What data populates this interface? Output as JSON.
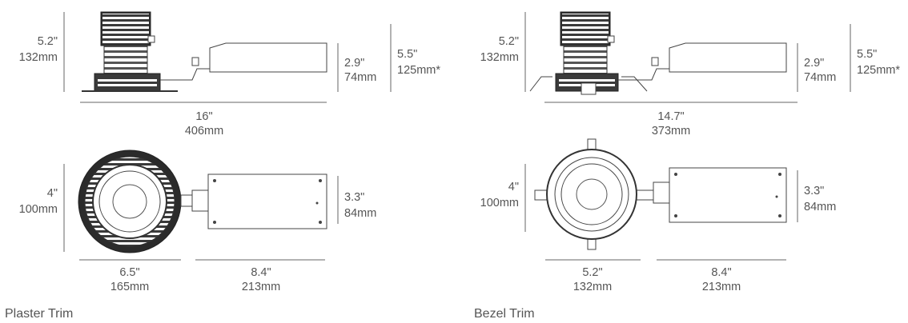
{
  "panels": [
    {
      "caption": "Plaster Trim",
      "side_height": {
        "in": "5.2\"",
        "mm": "132mm"
      },
      "housing_height": {
        "in": "2.9\"",
        "mm": "74mm"
      },
      "total_height": {
        "in": "5.5\"",
        "mm": "125mm*"
      },
      "overall_length": {
        "in": "16\"",
        "mm": "406mm"
      },
      "top_height": {
        "in": "4\"",
        "mm": "100mm"
      },
      "box_width": {
        "in": "3.3\"",
        "mm": "84mm"
      },
      "trim_diameter": {
        "in": "6.5\"",
        "mm": "165mm"
      },
      "box_length": {
        "in": "8.4\"",
        "mm": "213mm"
      }
    },
    {
      "caption": "Bezel Trim",
      "side_height": {
        "in": "5.2\"",
        "mm": "132mm"
      },
      "housing_height": {
        "in": "2.9\"",
        "mm": "74mm"
      },
      "total_height": {
        "in": "5.5\"",
        "mm": "125mm*"
      },
      "overall_length": {
        "in": "14.7\"",
        "mm": "373mm"
      },
      "top_height": {
        "in": "4\"",
        "mm": "100mm"
      },
      "box_width": {
        "in": "3.3\"",
        "mm": "84mm"
      },
      "trim_diameter": {
        "in": "5.2\"",
        "mm": "132mm"
      },
      "box_length": {
        "in": "8.4\"",
        "mm": "213mm"
      }
    }
  ]
}
